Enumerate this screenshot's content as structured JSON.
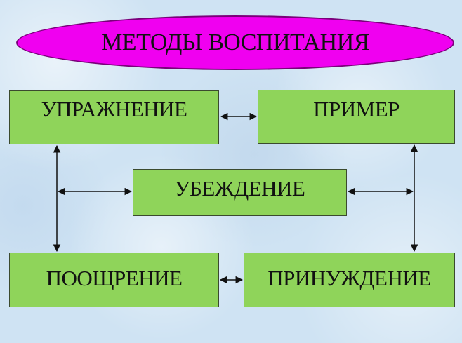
{
  "diagram": {
    "title": "МЕТОДЫ ВОСПИТАНИЯ",
    "nodes": {
      "top_left": "УПРАЖНЕНИЕ",
      "top_right": "ПРИМЕР",
      "center": "УБЕЖДЕНИЕ",
      "bottom_left": "ПООЩРЕНИЕ",
      "bottom_right": "ПРИНУЖДЕНИЕ"
    },
    "edges": [
      {
        "from": "top_left",
        "to": "top_right",
        "direction": "both"
      },
      {
        "from": "top_left",
        "to": "bottom_left",
        "direction": "both"
      },
      {
        "from": "top_right",
        "to": "bottom_right",
        "direction": "both"
      },
      {
        "from": "bottom_left",
        "to": "bottom_right",
        "direction": "both"
      },
      {
        "from": "left_connector",
        "to": "center",
        "direction": "both"
      },
      {
        "from": "center",
        "to": "right_connector",
        "direction": "both"
      }
    ],
    "colors": {
      "title_fill": "#f000f0",
      "box_fill": "#8fd45a",
      "background": "#cfe3f3",
      "arrow": "#111111"
    }
  }
}
